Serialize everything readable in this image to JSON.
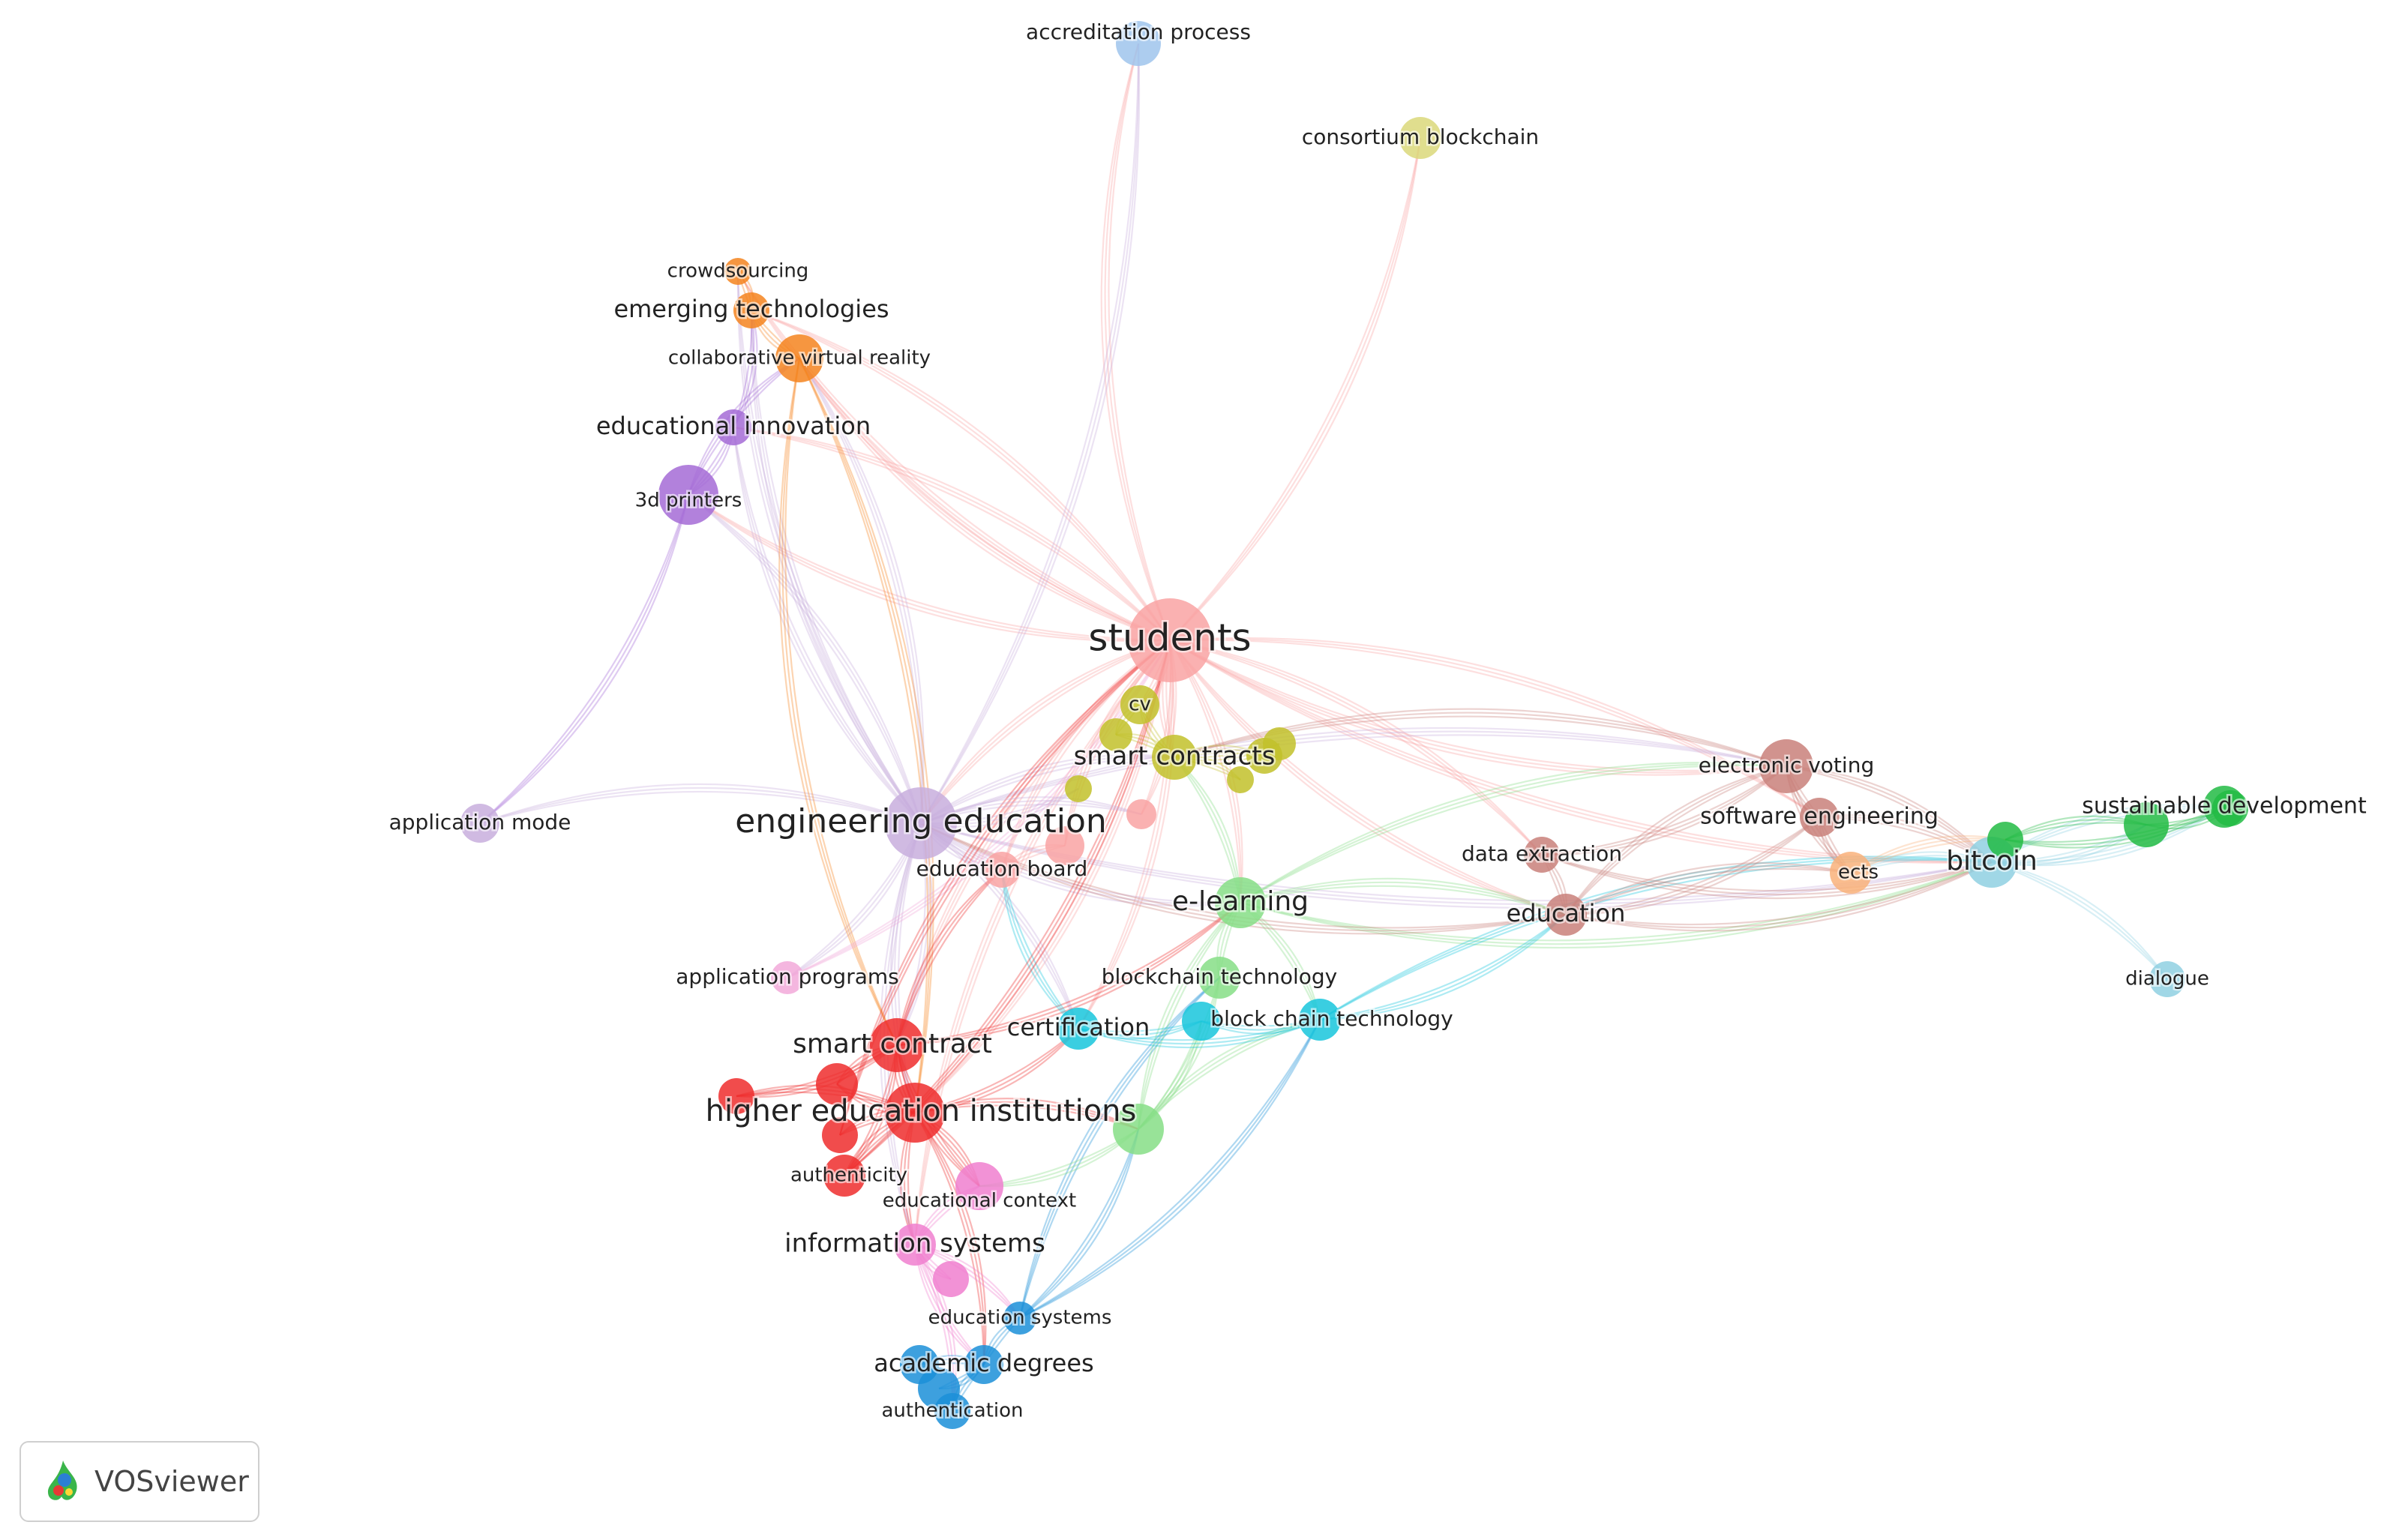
{
  "app": {
    "name": "VOSviewer"
  },
  "colors": {
    "red": "#ee2d2d",
    "salmon": "#f9a3a3",
    "pink": "#f07fcf",
    "lightpink": "#f2a9d9",
    "purple": "#a46bd6",
    "lavender": "#c8aedd",
    "orange": "#f5841f",
    "lightorange": "#f9b27a",
    "olive": "#c2c12a",
    "paleolive": "#dad87a",
    "green": "#22bb44",
    "lightgreen": "#86de86",
    "blue": "#1b8fd8",
    "cyan": "#17c6dc",
    "lightblue": "#9fc4ec",
    "steelblue": "#8fd0e2",
    "brown": "#c9807a"
  },
  "nodes": [
    {
      "id": "students",
      "label": "students",
      "color": "salmon"
    },
    {
      "id": "engineering_education",
      "label": "engineering education",
      "color": "lavender"
    },
    {
      "id": "higher_education_institutions",
      "label": "higher education institutions",
      "color": "red"
    },
    {
      "id": "smart_contract",
      "label": "smart contract",
      "color": "red"
    },
    {
      "id": "smart_contracts",
      "label": "smart contracts",
      "color": "olive"
    },
    {
      "id": "e_learning",
      "label": "e-learning",
      "color": "lightgreen"
    },
    {
      "id": "bitcoin",
      "label": "bitcoin",
      "color": "steelblue"
    },
    {
      "id": "education",
      "label": "education",
      "color": "brown"
    },
    {
      "id": "information_systems",
      "label": "information systems",
      "color": "pink"
    },
    {
      "id": "academic_degrees",
      "label": "academic degrees",
      "color": "blue"
    },
    {
      "id": "emerging_technologies",
      "label": "emerging technologies",
      "color": "orange"
    },
    {
      "id": "educational_innovation",
      "label": "educational innovation",
      "color": "purple"
    },
    {
      "id": "certification",
      "label": "certification",
      "color": "cyan"
    },
    {
      "id": "software_engineering",
      "label": "software engineering",
      "color": "brown"
    },
    {
      "id": "sustainable_development",
      "label": "sustainable development",
      "color": "green"
    },
    {
      "id": "accreditation_process",
      "label": "accreditation process",
      "color": "lightblue"
    },
    {
      "id": "consortium_blockchain",
      "label": "consortium blockchain",
      "color": "paleolive"
    },
    {
      "id": "crowdsourcing",
      "label": "crowdsourcing",
      "color": "orange"
    },
    {
      "id": "collaborative_virtual_reality",
      "label": "collaborative virtual reality",
      "color": "orange"
    },
    {
      "id": "3d_printers",
      "label": "3d printers",
      "color": "purple"
    },
    {
      "id": "cv",
      "label": "cv",
      "color": "olive"
    },
    {
      "id": "application_mode",
      "label": "application mode",
      "color": "lavender"
    },
    {
      "id": "education_board",
      "label": "education board",
      "color": "salmon"
    },
    {
      "id": "application_programs",
      "label": "application programs",
      "color": "lightpink"
    },
    {
      "id": "blockchain_technology",
      "label": "blockchain technology",
      "color": "lightgreen"
    },
    {
      "id": "block_chain_technology",
      "label": "block chain technology",
      "color": "cyan"
    },
    {
      "id": "electronic_voting",
      "label": "electronic voting",
      "color": "brown"
    },
    {
      "id": "data_extraction",
      "label": "data extraction",
      "color": "brown"
    },
    {
      "id": "ects",
      "label": "ects",
      "color": "lightorange"
    },
    {
      "id": "dialogue",
      "label": "dialogue",
      "color": "steelblue"
    },
    {
      "id": "authenticity",
      "label": "authenticity",
      "color": "red"
    },
    {
      "id": "educational_context",
      "label": "educational context",
      "color": "pink"
    },
    {
      "id": "education_systems",
      "label": "education systems",
      "color": "blue"
    },
    {
      "id": "authentication",
      "label": "authentication",
      "color": "blue"
    },
    {
      "id": "u1",
      "label": "",
      "color": "olive"
    },
    {
      "id": "u2",
      "label": "",
      "color": "olive"
    },
    {
      "id": "u3",
      "label": "",
      "color": "olive"
    },
    {
      "id": "u4",
      "label": "",
      "color": "olive"
    },
    {
      "id": "u5",
      "label": "",
      "color": "olive"
    },
    {
      "id": "u6",
      "label": "",
      "color": "salmon"
    },
    {
      "id": "u7",
      "label": "",
      "color": "salmon"
    },
    {
      "id": "u8",
      "label": "",
      "color": "red"
    },
    {
      "id": "u9",
      "label": "",
      "color": "red"
    },
    {
      "id": "u10",
      "label": "",
      "color": "red"
    },
    {
      "id": "u11",
      "label": "",
      "color": "pink"
    },
    {
      "id": "u12",
      "label": "",
      "color": "blue"
    },
    {
      "id": "u13",
      "label": "",
      "color": "blue"
    },
    {
      "id": "u14",
      "label": "",
      "color": "green"
    },
    {
      "id": "u15",
      "label": "",
      "color": "green"
    },
    {
      "id": "u16",
      "label": "",
      "color": "green"
    },
    {
      "id": "u17",
      "label": "",
      "color": "lightgreen"
    },
    {
      "id": "u18",
      "label": "",
      "color": "cyan"
    }
  ],
  "links": [
    [
      "students",
      "engineering_education"
    ],
    [
      "students",
      "higher_education_institutions"
    ],
    [
      "students",
      "smart_contract"
    ],
    [
      "students",
      "accreditation_process"
    ],
    [
      "students",
      "consortium_blockchain"
    ],
    [
      "students",
      "crowdsourcing"
    ],
    [
      "students",
      "emerging_technologies"
    ],
    [
      "students",
      "collaborative_virtual_reality"
    ],
    [
      "students",
      "educational_innovation"
    ],
    [
      "students",
      "3d_printers"
    ],
    [
      "students",
      "electronic_voting"
    ],
    [
      "students",
      "software_engineering"
    ],
    [
      "students",
      "education"
    ],
    [
      "students",
      "e_learning"
    ],
    [
      "students",
      "smart_contracts"
    ],
    [
      "students",
      "cv"
    ],
    [
      "students",
      "bitcoin"
    ],
    [
      "students",
      "data_extraction"
    ],
    [
      "students",
      "information_systems"
    ],
    [
      "students",
      "certification"
    ],
    [
      "engineering_education",
      "3d_printers"
    ],
    [
      "engineering_education",
      "educational_innovation"
    ],
    [
      "engineering_education",
      "application_mode"
    ],
    [
      "engineering_education",
      "emerging_technologies"
    ],
    [
      "engineering_education",
      "collaborative_virtual_reality"
    ],
    [
      "engineering_education",
      "crowdsourcing"
    ],
    [
      "engineering_education",
      "education_board"
    ],
    [
      "engineering_education",
      "application_programs"
    ],
    [
      "engineering_education",
      "higher_education_institutions"
    ],
    [
      "engineering_education",
      "smart_contract"
    ],
    [
      "engineering_education",
      "e_learning"
    ],
    [
      "engineering_education",
      "electronic_voting"
    ],
    [
      "engineering_education",
      "accreditation_process"
    ],
    [
      "engineering_education",
      "certification"
    ],
    [
      "engineering_education",
      "bitcoin"
    ],
    [
      "engineering_education",
      "smart_contracts"
    ],
    [
      "engineering_education",
      "information_systems"
    ],
    [
      "3d_printers",
      "application_mode"
    ],
    [
      "3d_printers",
      "educational_innovation"
    ],
    [
      "3d_printers",
      "collaborative_virtual_reality"
    ],
    [
      "educational_innovation",
      "emerging_technologies"
    ],
    [
      "crowdsourcing",
      "emerging_technologies"
    ],
    [
      "emerging_technologies",
      "collaborative_virtual_reality"
    ],
    [
      "collaborative_virtual_reality",
      "higher_education_institutions"
    ],
    [
      "collaborative_virtual_reality",
      "smart_contract"
    ],
    [
      "higher_education_institutions",
      "smart_contract"
    ],
    [
      "higher_education_institutions",
      "authenticity"
    ],
    [
      "higher_education_institutions",
      "educational_context"
    ],
    [
      "higher_education_institutions",
      "information_systems"
    ],
    [
      "higher_education_institutions",
      "u17"
    ],
    [
      "higher_education_institutions",
      "certification"
    ],
    [
      "higher_education_institutions",
      "academic_degrees"
    ],
    [
      "higher_education_institutions",
      "u8"
    ],
    [
      "higher_education_institutions",
      "u9"
    ],
    [
      "higher_education_institutions",
      "u10"
    ],
    [
      "smart_contract",
      "u8"
    ],
    [
      "smart_contract",
      "u9"
    ],
    [
      "smart_contract",
      "authenticity"
    ],
    [
      "smart_contract",
      "educational_context"
    ],
    [
      "smart_contract",
      "education_board"
    ],
    [
      "smart_contract",
      "e_learning"
    ],
    [
      "information_systems",
      "educational_context"
    ],
    [
      "information_systems",
      "academic_degrees"
    ],
    [
      "information_systems",
      "education_systems"
    ],
    [
      "information_systems",
      "u11"
    ],
    [
      "information_systems",
      "authentication"
    ],
    [
      "academic_degrees",
      "authentication"
    ],
    [
      "academic_degrees",
      "education_systems"
    ],
    [
      "academic_degrees",
      "u12"
    ],
    [
      "academic_degrees",
      "u13"
    ],
    [
      "education_systems",
      "u17"
    ],
    [
      "education_systems",
      "blockchain_technology"
    ],
    [
      "education_systems",
      "block_chain_technology"
    ],
    [
      "u17",
      "e_learning"
    ],
    [
      "u17",
      "blockchain_technology"
    ],
    [
      "u17",
      "block_chain_technology"
    ],
    [
      "u17",
      "u18"
    ],
    [
      "u17",
      "educational_context"
    ],
    [
      "e_learning",
      "blockchain_technology"
    ],
    [
      "e_learning",
      "block_chain_technology"
    ],
    [
      "e_learning",
      "smart_contracts"
    ],
    [
      "e_learning",
      "education"
    ],
    [
      "e_learning",
      "bitcoin"
    ],
    [
      "e_learning",
      "electronic_voting"
    ],
    [
      "certification",
      "u18"
    ],
    [
      "certification",
      "education_board"
    ],
    [
      "certification",
      "block_chain_technology"
    ],
    [
      "block_chain_technology",
      "u18"
    ],
    [
      "block_chain_technology",
      "education"
    ],
    [
      "block_chain_technology",
      "bitcoin"
    ],
    [
      "education",
      "bitcoin"
    ],
    [
      "education",
      "electronic_voting"
    ],
    [
      "education",
      "software_engineering"
    ],
    [
      "education",
      "ects"
    ],
    [
      "education",
      "data_extraction"
    ],
    [
      "education",
      "engineering_education"
    ],
    [
      "electronic_voting",
      "software_engineering"
    ],
    [
      "electronic_voting",
      "bitcoin"
    ],
    [
      "electronic_voting",
      "ects"
    ],
    [
      "electronic_voting",
      "data_extraction"
    ],
    [
      "electronic_voting",
      "smart_contracts"
    ],
    [
      "software_engineering",
      "bitcoin"
    ],
    [
      "software_engineering",
      "ects"
    ],
    [
      "bitcoin",
      "u14"
    ],
    [
      "bitcoin",
      "u15"
    ],
    [
      "bitcoin",
      "u16"
    ],
    [
      "bitcoin",
      "sustainable_development"
    ],
    [
      "bitcoin",
      "dialogue"
    ],
    [
      "bitcoin",
      "ects"
    ],
    [
      "u14",
      "u15"
    ],
    [
      "u15",
      "u16"
    ],
    [
      "u16",
      "sustainable_development"
    ],
    [
      "u14",
      "sustainable_development"
    ],
    [
      "ects",
      "u14"
    ],
    [
      "data_extraction",
      "bitcoin"
    ],
    [
      "smart_contracts",
      "cv"
    ],
    [
      "smart_contracts",
      "u1"
    ],
    [
      "smart_contracts",
      "u2"
    ],
    [
      "smart_contracts",
      "u3"
    ],
    [
      "smart_contracts",
      "u4"
    ],
    [
      "cv",
      "u1"
    ],
    [
      "u6",
      "students"
    ],
    [
      "u7",
      "students"
    ],
    [
      "education_board",
      "students"
    ],
    [
      "application_programs",
      "students"
    ],
    [
      "u10",
      "students"
    ],
    [
      "authenticity",
      "students"
    ],
    [
      "education_board",
      "u6"
    ],
    [
      "engineering_education",
      "u5"
    ],
    [
      "engineering_education",
      "u7"
    ]
  ]
}
